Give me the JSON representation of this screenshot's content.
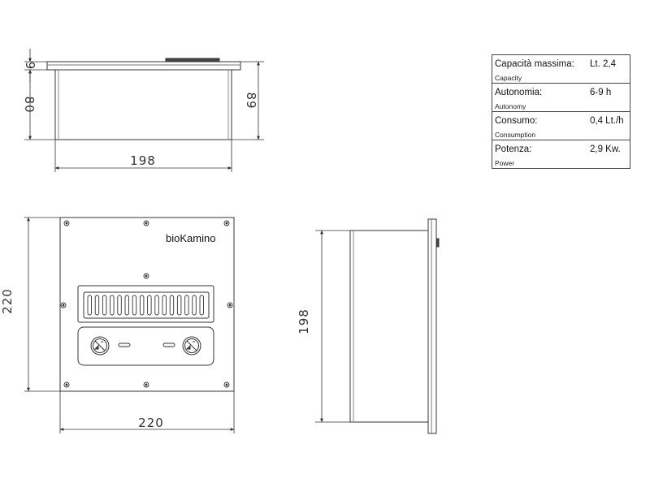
{
  "dimensions": {
    "top_thickness": "9",
    "top_height": "80",
    "top_total_height": "89",
    "top_width": "198",
    "front_height": "220",
    "front_width": "220",
    "side_height": "198"
  },
  "brand": "bioKamino",
  "specs": [
    {
      "label": "Capacità massima:",
      "sub": "Capacity",
      "value": "Lt. 2,4"
    },
    {
      "label": "Autonomia:",
      "sub": "Autonomy",
      "value": "6-9 h"
    },
    {
      "label": "Consumo:",
      "sub": "Consumption",
      "value": "0,4 Lt./h"
    },
    {
      "label": "Potenza:",
      "sub": "Power",
      "value": "2,9 Kw."
    }
  ]
}
